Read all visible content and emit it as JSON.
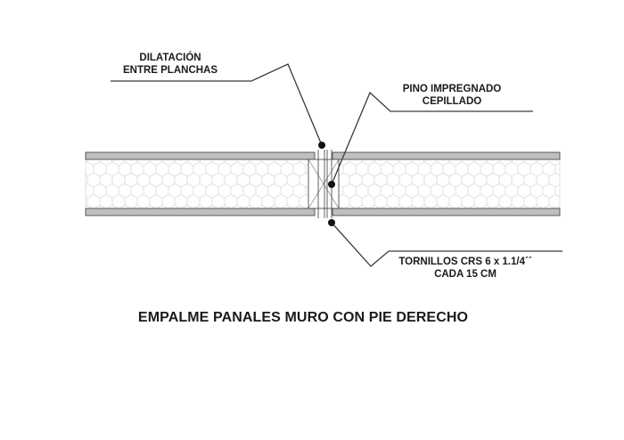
{
  "diagram": {
    "labels": {
      "dilatacion": [
        "DILATACIÓN",
        "ENTRE PLANCHAS"
      ],
      "pino": [
        "PINO IMPREGNADO",
        "CEPILLADO"
      ],
      "tornillos": [
        "TORNILLOS CRS 6 x 1.1/4´´",
        "CADA 15 CM"
      ]
    },
    "title": "EMPALME PANALES MURO CON PIE DERECHO"
  },
  "colors": {
    "skin": "#bfbfbf",
    "line": "#3a3a3a",
    "core_pattern": "#d8d8d8"
  }
}
